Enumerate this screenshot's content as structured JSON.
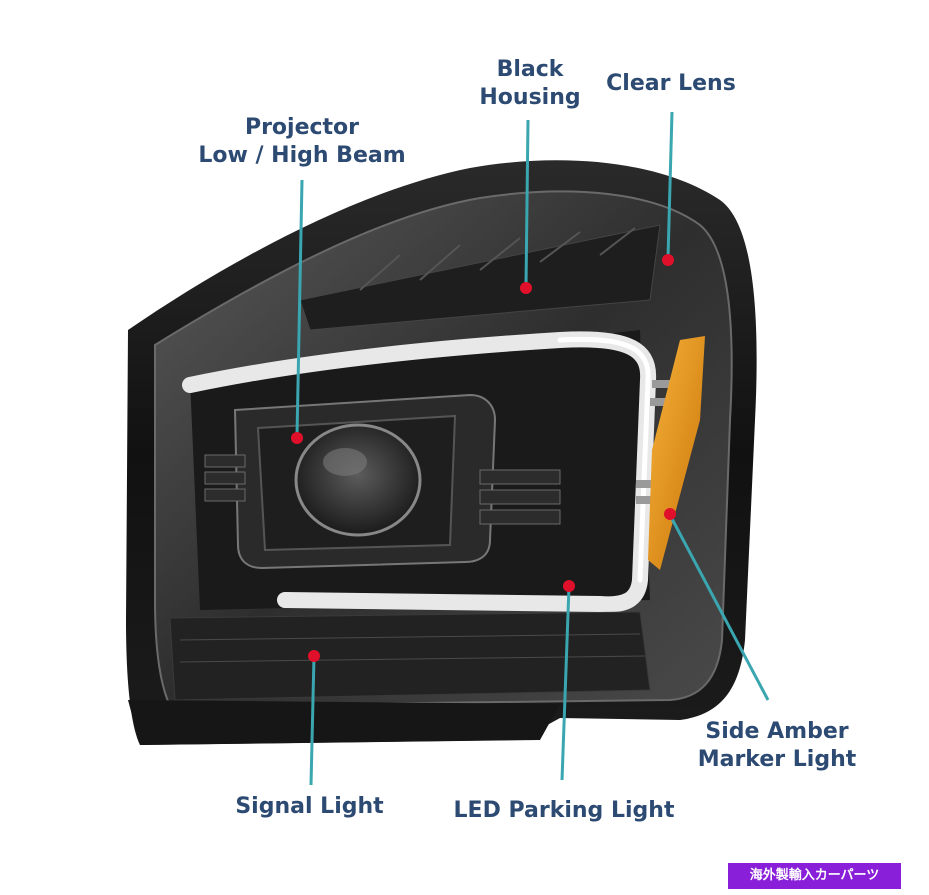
{
  "labels": {
    "black_housing": [
      "Black",
      "Housing"
    ],
    "clear_lens": [
      "Clear Lens"
    ],
    "projector": [
      "Projector",
      "Low / High Beam"
    ],
    "side_amber": [
      "Side Amber",
      "Marker Light"
    ],
    "signal": [
      "Signal Light"
    ],
    "led_parking": [
      "LED Parking Light"
    ]
  },
  "watermark": "海外製輸入カーパーツ",
  "colors": {
    "label_text": "#2c4a72",
    "leader_line": "#3aa6b0",
    "marker_dot": "#e0102a",
    "housing": "#141414",
    "amber": "#f09a1a",
    "led_bar": "#e8e8e8",
    "watermark_bg": "#8a1fd9"
  }
}
